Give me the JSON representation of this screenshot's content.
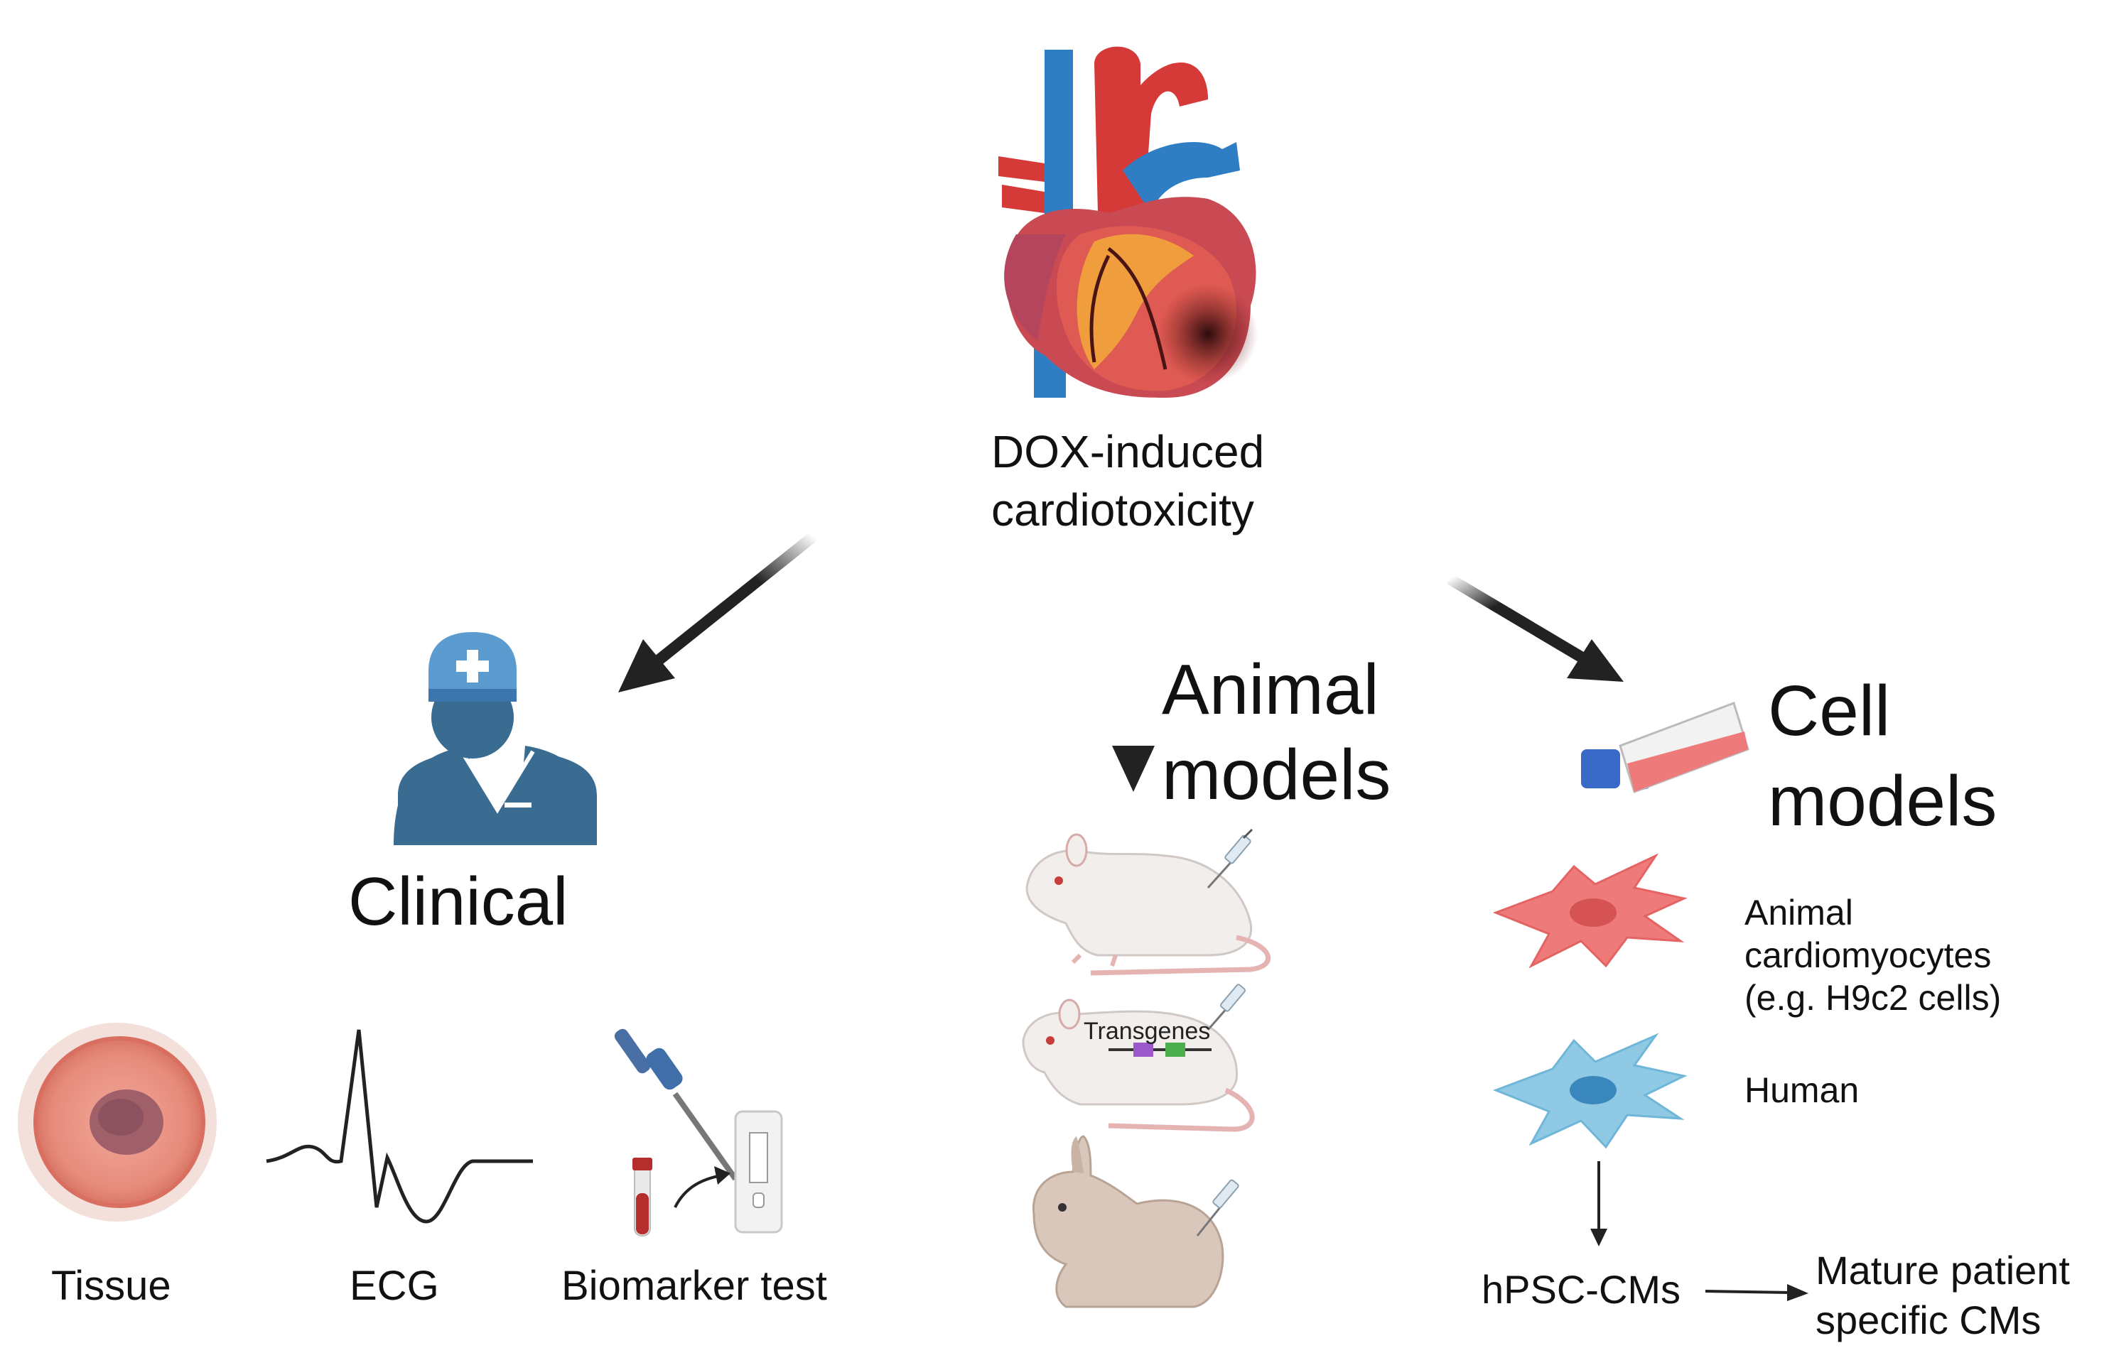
{
  "center": {
    "line1": "DOX-induced",
    "line2": "cardiotoxicity"
  },
  "clinical": {
    "title": "Clinical",
    "items": [
      {
        "label": "Tissue"
      },
      {
        "label": "ECG"
      },
      {
        "label": "Biomarker test"
      }
    ]
  },
  "animal": {
    "title_line1": "Animal",
    "title_line2": "models",
    "transgenes_label": "Transgenes"
  },
  "cell": {
    "title_line1": "Cell",
    "title_line2": "models",
    "animal_cm_line1": "Animal",
    "animal_cm_line2": "cardiomyocytes",
    "animal_cm_line3": "(e.g. H9c2 cells)",
    "human_label": "Human",
    "hpsc_label": "hPSC-CMs",
    "mature_line1": "Mature patient",
    "mature_line2": "specific CMs"
  },
  "colors": {
    "heart_red": "#d9443f",
    "vessel_blue": "#2f7ec4",
    "doctor_blue": "#3a6c92",
    "cell_red": "#ef7a7a",
    "cell_blue": "#8fc9e4",
    "arrow": "#222222"
  }
}
